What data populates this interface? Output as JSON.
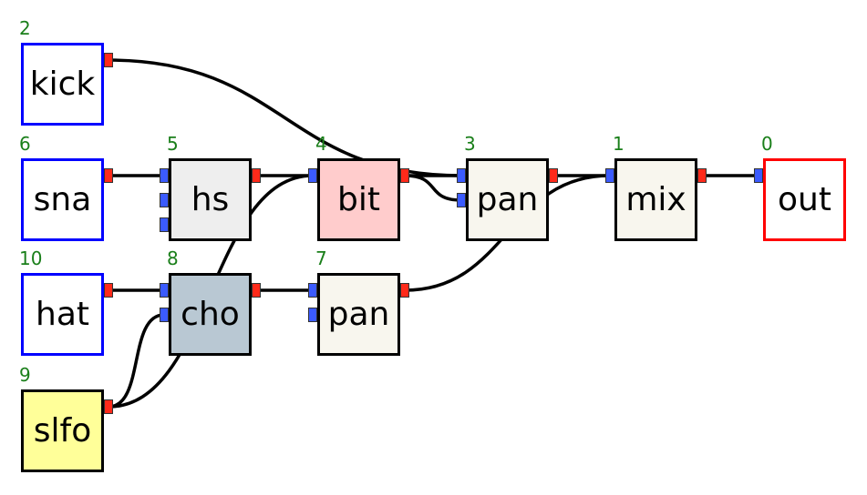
{
  "colors": {
    "wire": "#000000",
    "id_text": "#1a7f1a",
    "input_port": "#3b5bff",
    "output_port": "#ff2a1a",
    "source_border": "#0000ff",
    "sink_border": "#ff0000"
  },
  "nodes": [
    {
      "key": "n2",
      "id": "2",
      "label": "kick",
      "fill": "#ffffff",
      "border": "#0000ff",
      "inputs": 0,
      "outputs": 1
    },
    {
      "key": "n6",
      "id": "6",
      "label": "sna",
      "fill": "#ffffff",
      "border": "#0000ff",
      "inputs": 0,
      "outputs": 1
    },
    {
      "key": "n10",
      "id": "10",
      "label": "hat",
      "fill": "#ffffff",
      "border": "#0000ff",
      "inputs": 0,
      "outputs": 1
    },
    {
      "key": "n9",
      "id": "9",
      "label": "slfo",
      "fill": "#ffff99",
      "border": "#000000",
      "inputs": 0,
      "outputs": 1
    },
    {
      "key": "n5",
      "id": "5",
      "label": "hs",
      "fill": "#eeeeee",
      "border": "#000000",
      "inputs": 3,
      "outputs": 1
    },
    {
      "key": "n8",
      "id": "8",
      "label": "cho",
      "fill": "#b9c8d3",
      "border": "#000000",
      "inputs": 2,
      "outputs": 1
    },
    {
      "key": "n4",
      "id": "4",
      "label": "bit",
      "fill": "#ffcccc",
      "border": "#000000",
      "inputs": 1,
      "outputs": 1
    },
    {
      "key": "n7",
      "id": "7",
      "label": "pan",
      "fill": "#f8f6ee",
      "border": "#000000",
      "inputs": 2,
      "outputs": 1
    },
    {
      "key": "n3",
      "id": "3",
      "label": "pan",
      "fill": "#f8f6ee",
      "border": "#000000",
      "inputs": 2,
      "outputs": 1
    },
    {
      "key": "n1",
      "id": "1",
      "label": "mix",
      "fill": "#f8f6ee",
      "border": "#000000",
      "inputs": 1,
      "outputs": 1
    },
    {
      "key": "n0",
      "id": "0",
      "label": "out",
      "fill": "#ffffff",
      "border": "#ff0000",
      "inputs": 1,
      "outputs": 0
    }
  ],
  "edges": [
    {
      "from": "n2",
      "out": 0,
      "to": "n3",
      "in": 0
    },
    {
      "from": "n6",
      "out": 0,
      "to": "n5",
      "in": 0
    },
    {
      "from": "n5",
      "out": 0,
      "to": "n4",
      "in": 0
    },
    {
      "from": "n4",
      "out": 0,
      "to": "n3",
      "in": 0
    },
    {
      "from": "n4",
      "out": 0,
      "to": "n3",
      "in": 1
    },
    {
      "from": "n3",
      "out": 0,
      "to": "n1",
      "in": 0
    },
    {
      "from": "n1",
      "out": 0,
      "to": "n0",
      "in": 0
    },
    {
      "from": "n10",
      "out": 0,
      "to": "n8",
      "in": 0
    },
    {
      "from": "n8",
      "out": 0,
      "to": "n7",
      "in": 0
    },
    {
      "from": "n7",
      "out": 0,
      "to": "n1",
      "in": 0
    },
    {
      "from": "n9",
      "out": 0,
      "to": "n8",
      "in": 1
    },
    {
      "from": "n9",
      "out": 0,
      "to": "n4",
      "in": 0
    }
  ]
}
